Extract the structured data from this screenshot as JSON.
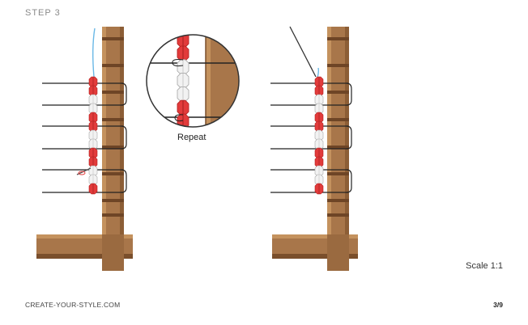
{
  "page": {
    "step_title": "STEP 3",
    "repeat_label": "Repeat",
    "scale_label": "Scale 1:1",
    "footer_site": "CREATE-YOUR-STYLE.COM",
    "page_number": "3/9"
  },
  "colors": {
    "wood": "#a8764a",
    "wood_shadow": "#7a4f2c",
    "wood_light": "#c4925e",
    "bead_red": "#e23b3b",
    "bead_clear": "#e6e6e6",
    "thread_blue": "#6ab8e6",
    "string_black": "#222222"
  },
  "icons": {
    "left_figure": "loom-beading-diagram",
    "magnifier": "magnifier-circle",
    "right_figure": "loom-beading-diagram"
  }
}
